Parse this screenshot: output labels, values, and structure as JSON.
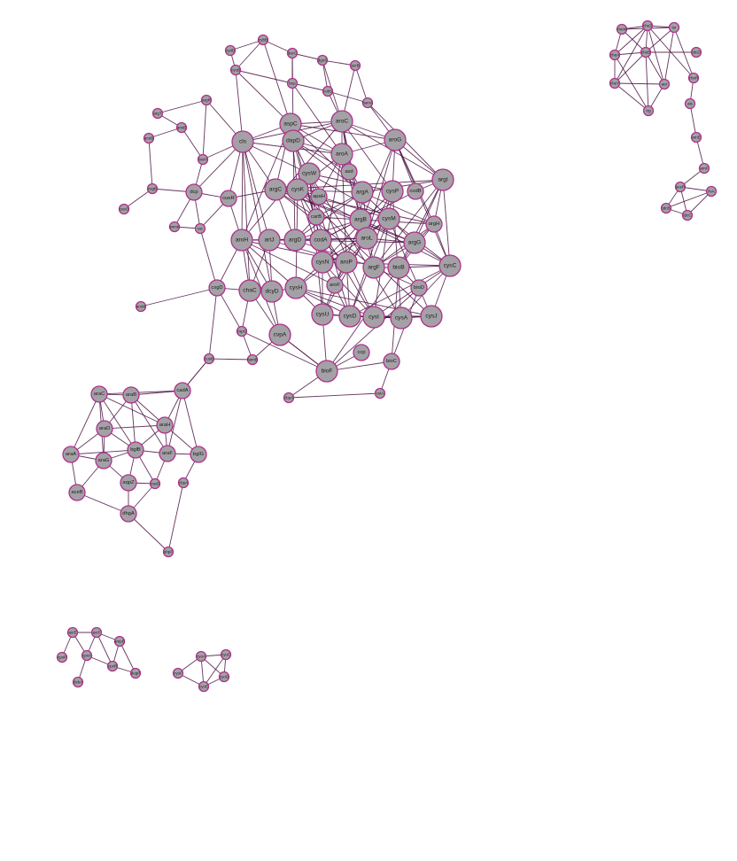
{
  "diagram": {
    "type": "network",
    "nodes": [
      {
        "id": "cls",
        "size": 3
      },
      {
        "id": "aspC",
        "size": 3
      },
      {
        "id": "aroC",
        "size": 3
      },
      {
        "id": "aroG",
        "size": 3
      },
      {
        "id": "dapD",
        "size": 3
      },
      {
        "id": "aroA",
        "size": 3
      },
      {
        "id": "argI",
        "size": 3
      },
      {
        "id": "cysW",
        "size": 3
      },
      {
        "id": "asd",
        "size": 2
      },
      {
        "id": "argC",
        "size": 3
      },
      {
        "id": "cysK",
        "size": 3
      },
      {
        "id": "apaH",
        "size": 2
      },
      {
        "id": "argA",
        "size": 3
      },
      {
        "id": "cysP",
        "size": 3
      },
      {
        "id": "codB",
        "size": 2
      },
      {
        "id": "carB",
        "size": 2
      },
      {
        "id": "argB",
        "size": 3
      },
      {
        "id": "cysM",
        "size": 3
      },
      {
        "id": "argH",
        "size": 2
      },
      {
        "id": "aroH",
        "size": 3
      },
      {
        "id": "artJ",
        "size": 3
      },
      {
        "id": "argD",
        "size": 3
      },
      {
        "id": "codA",
        "size": 3
      },
      {
        "id": "aroL",
        "size": 3
      },
      {
        "id": "argG",
        "size": 3
      },
      {
        "id": "cysN",
        "size": 3
      },
      {
        "id": "aroP",
        "size": 3
      },
      {
        "id": "argF",
        "size": 3
      },
      {
        "id": "bioB",
        "size": 3
      },
      {
        "id": "cysC",
        "size": 3
      },
      {
        "id": "chaC",
        "size": 3
      },
      {
        "id": "dcyD",
        "size": 3
      },
      {
        "id": "cysH",
        "size": 3
      },
      {
        "id": "aroF",
        "size": 2
      },
      {
        "id": "bioD",
        "size": 2
      },
      {
        "id": "cysU",
        "size": 3
      },
      {
        "id": "cysD",
        "size": 3
      },
      {
        "id": "cysI",
        "size": 3
      },
      {
        "id": "cysA",
        "size": 3
      },
      {
        "id": "cysJ",
        "size": 3
      },
      {
        "id": "cvpA",
        "size": 3
      },
      {
        "id": "bioF",
        "size": 3
      },
      {
        "id": "bioC",
        "size": 2
      },
      {
        "id": "csgD",
        "size": 2
      },
      {
        "id": "dcp",
        "size": 2
      },
      {
        "id": "cueR",
        "size": 2
      },
      {
        "id": "ccp",
        "size": 2
      },
      {
        "id": "cyoB",
        "size": 1
      },
      {
        "id": "cydD",
        "size": 1
      },
      {
        "id": "cybB",
        "size": 1
      },
      {
        "id": "dacC",
        "size": 1
      },
      {
        "id": "dgoS",
        "size": 1
      },
      {
        "id": "acrB",
        "size": 1
      },
      {
        "id": "bcp",
        "size": 1
      },
      {
        "id": "cobS",
        "size": 1
      },
      {
        "id": "bamA",
        "size": 1
      },
      {
        "id": "argR",
        "size": 1
      },
      {
        "id": "argT",
        "size": 1
      },
      {
        "id": "ansB",
        "size": 1
      },
      {
        "id": "aceB",
        "size": 1
      },
      {
        "id": "bioH",
        "size": 1
      },
      {
        "id": "csgB",
        "size": 1
      },
      {
        "id": "cueO",
        "size": 1
      },
      {
        "id": "anmK",
        "size": 1
      },
      {
        "id": "rac",
        "size": 1
      },
      {
        "id": "aroM",
        "size": 1
      },
      {
        "id": "cspG",
        "size": 1
      },
      {
        "id": "bamB",
        "size": 1
      },
      {
        "id": "cusB",
        "size": 1
      },
      {
        "id": "cbpA",
        "size": 1
      },
      {
        "id": "cstA",
        "size": 1
      },
      {
        "id": "araC",
        "size": 2
      },
      {
        "id": "araB",
        "size": 2
      },
      {
        "id": "cadA",
        "size": 2
      },
      {
        "id": "araD",
        "size": 2
      },
      {
        "id": "araH",
        "size": 2
      },
      {
        "id": "araA",
        "size": 2
      },
      {
        "id": "araG",
        "size": 2
      },
      {
        "id": "bglB",
        "size": 2
      },
      {
        "id": "araF",
        "size": 2
      },
      {
        "id": "bglG",
        "size": 2
      },
      {
        "id": "aqpZ",
        "size": 2
      },
      {
        "id": "cspD",
        "size": 1
      },
      {
        "id": "aceB2",
        "size": 2
      },
      {
        "id": "dhgA",
        "size": 2
      },
      {
        "id": "cbpA2",
        "size": 1
      },
      {
        "id": "ahpF",
        "size": 1
      },
      {
        "id": "cheW",
        "size": 1
      },
      {
        "id": "cheZ",
        "size": 1
      },
      {
        "id": "tsr",
        "size": 1
      },
      {
        "id": "cheA",
        "size": 1
      },
      {
        "id": "cheB",
        "size": 1
      },
      {
        "id": "cheR",
        "size": 1
      },
      {
        "id": "cheY",
        "size": 1
      },
      {
        "id": "aer",
        "size": 1
      },
      {
        "id": "trg",
        "size": 1
      },
      {
        "id": "ais",
        "size": 1
      },
      {
        "id": "arnE",
        "size": 1
      },
      {
        "id": "arnF",
        "size": 1
      },
      {
        "id": "aceR",
        "size": 1
      },
      {
        "id": "ilvA",
        "size": 1
      },
      {
        "id": "tdcB",
        "size": 1
      },
      {
        "id": "tdcC",
        "size": 1
      },
      {
        "id": "tdcD",
        "size": 1
      },
      {
        "id": "acrE",
        "size": 1
      },
      {
        "id": "acrF",
        "size": 1
      },
      {
        "id": "ampD",
        "size": 1
      },
      {
        "id": "cpxA",
        "size": 1
      },
      {
        "id": "cpxR",
        "size": 1
      },
      {
        "id": "cpxP",
        "size": 1
      },
      {
        "id": "degP",
        "size": 1
      },
      {
        "id": "dsbA",
        "size": 1
      },
      {
        "id": "cyoA",
        "size": 1
      },
      {
        "id": "cyoC",
        "size": 1
      },
      {
        "id": "cyoD",
        "size": 1
      },
      {
        "id": "cyoE",
        "size": 1
      },
      {
        "id": "cyoF",
        "size": 1
      }
    ]
  }
}
